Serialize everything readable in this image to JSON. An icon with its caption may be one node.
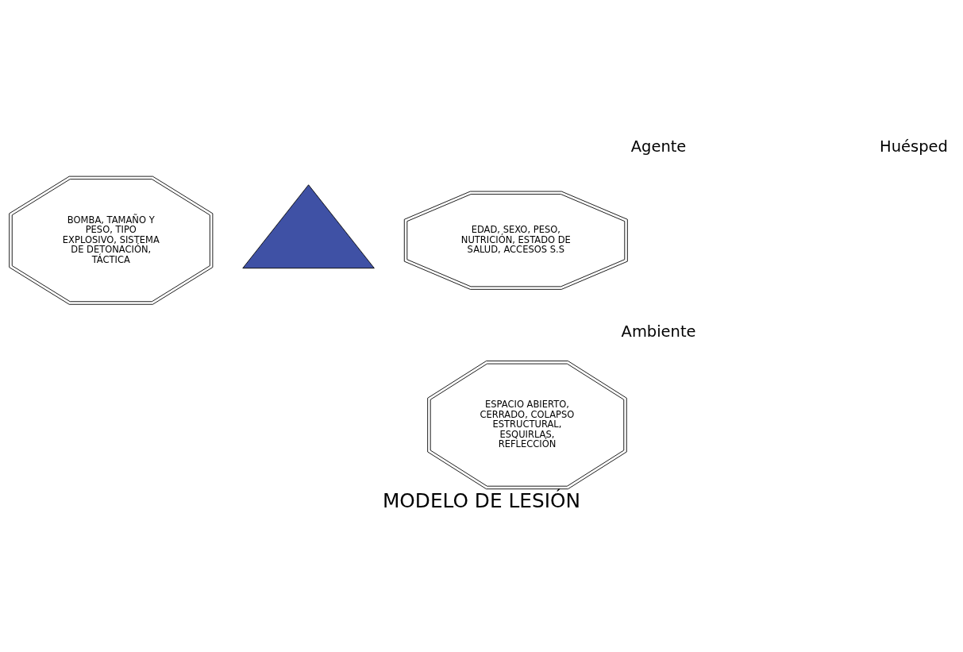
{
  "diagram": {
    "title": "MODELO DE LESIÓN",
    "nodes": [
      {
        "text": [
          "BOMBA, TAMAÑO Y PESO, TIPO EXPLOSIVO, SISTEMA DE DETONACIÓN, TÁCTICA"
        ]
      },
      {
        "text": [],
        "shape": "triangle"
      },
      {
        "text": [
          "EDAD, SEXO, PESO, NUTRICIÓN, ESTADO DE SALUD, ACCESOS S.S"
        ]
      },
      {
        "text": [
          "ESPACIO ABIERTO, CERRADO, COLAPSO ESTRUCTURAL, ESQUIRLAS, REFLECCIÓN"
        ]
      }
    ],
    "edges": [],
    "labels": [
      "Agente",
      "Huésped",
      "Ambiente"
    ]
  }
}
